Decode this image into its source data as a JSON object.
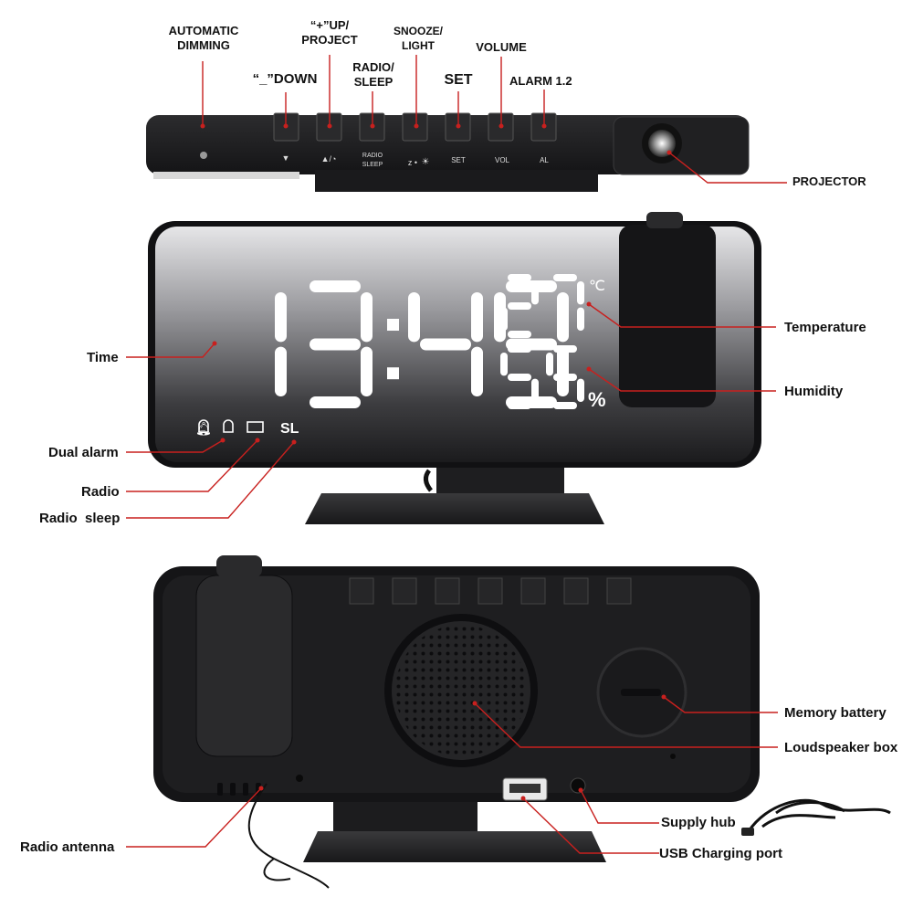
{
  "top_labels": {
    "automatic_dimming": [
      "AUTOMATIC",
      "DIMMING"
    ],
    "down": "“_”DOWN",
    "up_project": [
      "“+”UP/",
      "PROJECT"
    ],
    "radio_sleep": [
      "RADIO/",
      "SLEEP"
    ],
    "snooze_light": [
      "SNOOZE/",
      "LIGHT"
    ],
    "set": "SET",
    "volume": "VOLUME",
    "alarm": "ALARM 1.2",
    "projector": "PROJECTOR"
  },
  "button_face": {
    "down": "▼",
    "radio": "RADIO",
    "sleep": "SLEEP",
    "snooze": "z •",
    "set": "SET",
    "vol": "VOL",
    "al": "AL"
  },
  "display": {
    "time": "13:49",
    "temperature": "27",
    "temp_unit": "℃",
    "humidity": "55",
    "humidity_unit": "%",
    "sleep_indicator": "SL"
  },
  "front_labels": {
    "time": "Time",
    "dual_alarm": "Dual alarm",
    "radio": "Radio",
    "radio_sleep": "Radio  sleep",
    "temperature": "Temperature",
    "humidity": "Humidity"
  },
  "back_labels": {
    "memory_battery": "Memory battery",
    "loudspeaker_box": "Loudspeaker box",
    "supply_hub": "Supply hub",
    "usb_port": "USB Charging port",
    "radio_antenna": "Radio antenna"
  },
  "colors": {
    "leader_line": "#c8201e",
    "body": "#1c1c1e",
    "digits": "#ffffff"
  }
}
